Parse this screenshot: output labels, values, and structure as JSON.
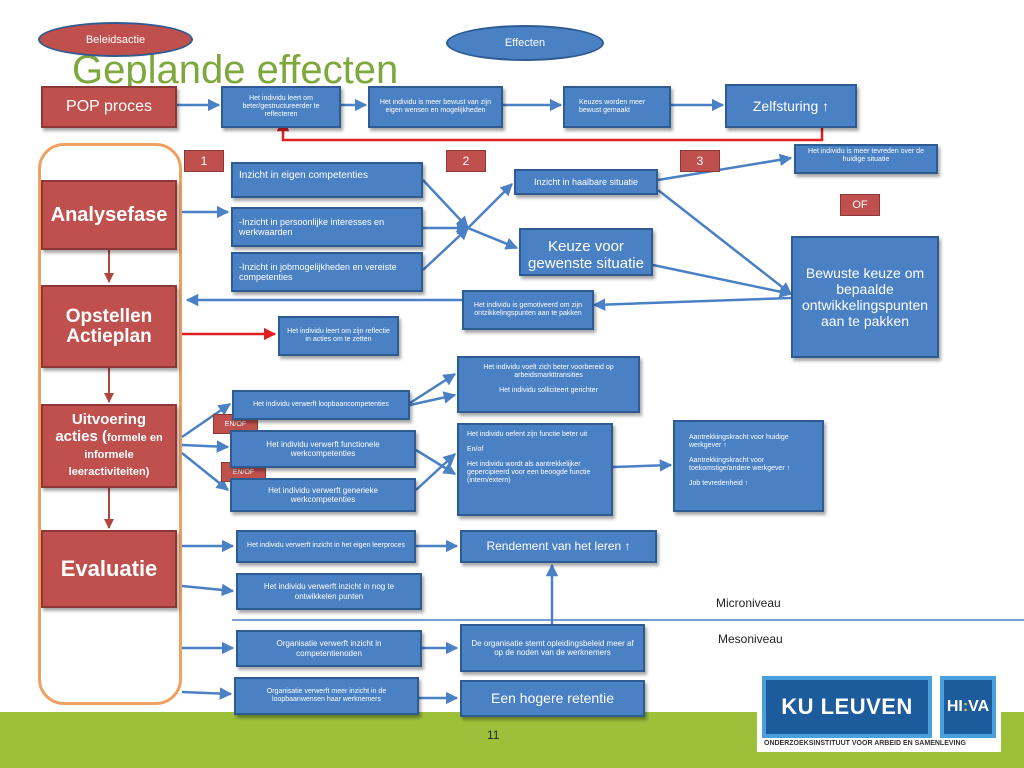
{
  "title": "Geplande effecten",
  "ovals": {
    "beleidsactie": "Beleidsactie",
    "effecten": "Effecten"
  },
  "phases": {
    "pop": "POP proces",
    "analyse": "Analysefase",
    "actieplan": "Opstellen Actieplan",
    "uitvoering_main": "Uitvoering acties (",
    "uitvoering_sub": "formele en informele leeractiviteiten)",
    "evaluatie": "Evaluatie"
  },
  "numbers": {
    "n1": "1",
    "n2": "2",
    "n3": "3"
  },
  "tags": {
    "of": "OF",
    "enof1": "EN/OF",
    "enof2": "EN/OF"
  },
  "pop_row": {
    "reflect": "Het individu leert om beter/gestructureerder te reflecteren",
    "wensen": "Het individu is meer bewust van zijn eigen wensen en mogelijkheden",
    "keuzes": "Keuzes worden meer bewust gemaakt",
    "zelfsturing": "Zelfsturing ↑"
  },
  "analyse": {
    "eigen": "Inzicht in eigen competenties",
    "interesses": "-Inzicht in persoonlijke interesses en werkwaarden",
    "jobmog": "-Inzicht in jobmogelijkheden en vereiste competenties",
    "haalbare": "Inzicht in haalbare situatie",
    "keuze_gewenste": "Keuze voor gewenste situatie",
    "tevreden": "Het individu is  meer tevreden over de huidige situatie",
    "bewuste": "Bewuste keuze om bepaalde ontwikkelingspunten aan te pakken"
  },
  "actieplan": {
    "gemotiveerd": "Het individu is gemotiveerd om zijn ontzikkelingspunten aan te pakken",
    "leert_reflectie": "Het individu leert om zijn reflectie in acties om te zetten"
  },
  "uitvoering": {
    "loopbaan": "Het individu verwerft loopbaancompetenties",
    "functionele": "Het individu verwerft functionele werkcompetenties",
    "generieke": "Het individu verwerft generieke werkcompetenties",
    "voorbereid_1": "Het individu voelt zich beter voorbereid op arbeidsmarkttransities",
    "voorbereid_2": "Het individu solliciteert gerichter",
    "functie_1": "Het individu oefent zijn functie beter uit",
    "functie_2": "En/of",
    "functie_3": "Het individu wordt als aantrekkelijker gepercipieerd voor een beoogde functie (intern/extern)",
    "aantrek_1": "Aantrekkingskracht voor huidige werkgever ↑",
    "aantrek_2": "Aantrekkingskracht voor toekomstige/andere werkgever ↑",
    "aantrek_3": "Job tevredenheid ↑"
  },
  "evaluatie": {
    "inzicht_leerproces": "Het individu verwerft inzicht in het eigen leerproces",
    "ontwikkelen": "Het individu verwerft inzicht in nog te ontwikkelen punten",
    "rendement": "Rendement van het leren ↑"
  },
  "levels": {
    "micro": "Microniveau",
    "meso": "Mesoniveau"
  },
  "org": {
    "competentienoden": "Organisatie verwerft inzicht in competentienoden",
    "loopbaanwensen": "Organisatie verwerft meer inzicht in de loopbaanwensen haar werknemers",
    "opleidingsbeleid": "De organisatie stemt opleidingsbeleid meer af op de noden van de werknemers",
    "retentie": "Een hogere retentie"
  },
  "footer": {
    "page": "11",
    "logo_ku": "KU LEUVEN",
    "logo_hiva_a": "HI",
    "logo_hiva_b": "VA",
    "institute": "ONDERZOEKSINSTITUUT VOOR ARBEID EN SAMENLEVING"
  },
  "colors": {
    "box_blue": "#4a80c4",
    "box_red": "#c0504d",
    "title_green": "#7fa83c",
    "footer_green": "#9dc03a",
    "arrow_blue": "#4a80c4",
    "arrow_red": "#e02020",
    "bracket_orange": "#f0a060",
    "logo_blue": "#1d5c9c"
  }
}
